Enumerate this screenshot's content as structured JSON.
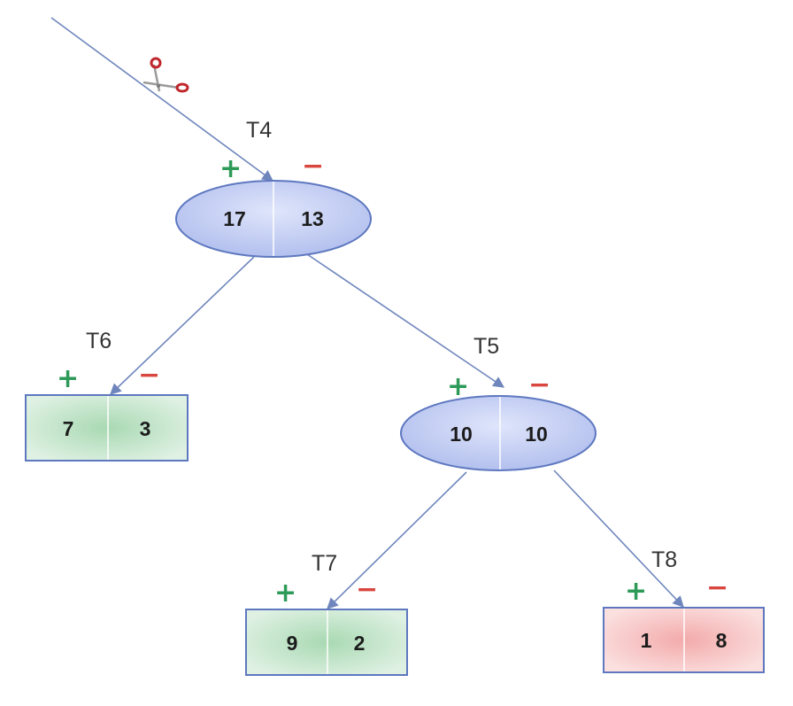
{
  "diagram": {
    "colors": {
      "edge": "#6f86bd",
      "node_fill": "#c3cdf2",
      "node_stroke": "#5e78c0",
      "leaf_green": "#bfe2c6",
      "leaf_red": "#f7c1c1",
      "plus": "#2e9a58",
      "minus": "#d9463e"
    },
    "icons": {
      "cut_marker": "scissors-icon"
    },
    "nodes": {
      "t4": {
        "label": "T4",
        "plus": "+",
        "minus": "−",
        "left": "17",
        "right": "13"
      },
      "t5": {
        "label": "T5",
        "plus": "+",
        "minus": "−",
        "left": "10",
        "right": "10"
      },
      "t6": {
        "label": "T6",
        "plus": "+",
        "minus": "−",
        "left": "7",
        "right": "3"
      },
      "t7": {
        "label": "T7",
        "plus": "+",
        "minus": "−",
        "left": "9",
        "right": "2"
      },
      "t8": {
        "label": "T8",
        "plus": "+",
        "minus": "−",
        "left": "1",
        "right": "8"
      }
    }
  }
}
